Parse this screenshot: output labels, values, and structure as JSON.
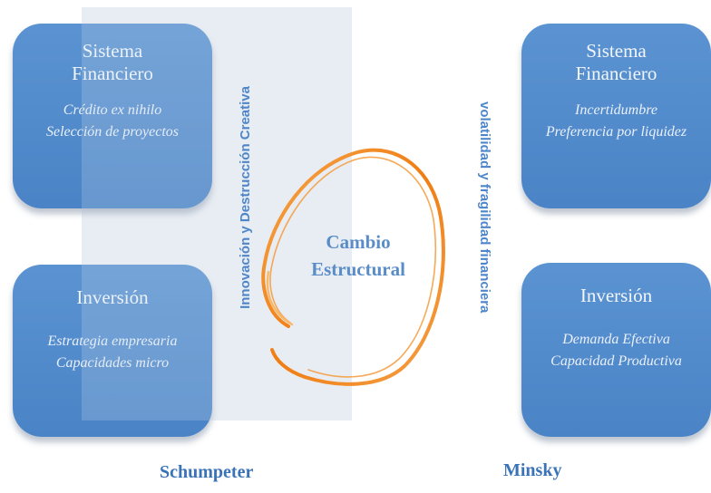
{
  "schumpeter": {
    "financial_box": {
      "title": "Sistema\nFinanciero",
      "subtitle": "Crédito ex nihilo\nSelección de proyectos"
    },
    "investment_box": {
      "title": "Inversión",
      "subtitle": "Estrategia empresaria\nCapacidades micro"
    },
    "vertical_label": "Innovación y Destrucción Creativa",
    "author": "Schumpeter"
  },
  "minsky": {
    "financial_box": {
      "title": "Sistema\nFinanciero",
      "subtitle": "Incertidumbre\nPreferencia por liquidez"
    },
    "investment_box": {
      "title": "Inversión",
      "subtitle": "Demanda Efectiva\nCapacidad Productiva"
    },
    "vertical_label": "volatilidad y fragilidad financiera",
    "author": "Minsky"
  },
  "center": {
    "label": "Cambio\nEstructural"
  },
  "colors": {
    "box": "#4f88ca",
    "accent_text": "#4f86c9",
    "swirl": "#f28a1e",
    "author": "#3a73b8"
  }
}
